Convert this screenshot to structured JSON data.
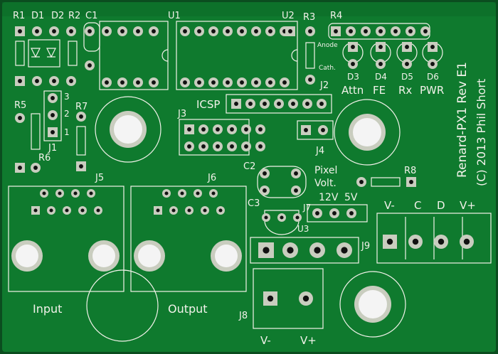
{
  "colors": {
    "board": "#0f7a2e",
    "board_dark": "#0b5e23",
    "silk": "#f2f2ea",
    "copper": "#c9cdbf",
    "hole": "#111111"
  },
  "labels": {
    "r1": "R1",
    "d1": "D1",
    "d2": "D2",
    "r2": "R2",
    "c1": "C1",
    "u1": "U1",
    "u2": "U2",
    "r3": "R3",
    "r4": "R4",
    "anode": "Anode",
    "cath": "Cath.",
    "d3": "D3",
    "d4": "D4",
    "d5": "D5",
    "d6": "D6",
    "attn": "Attn",
    "fe": "FE",
    "rx": "Rx",
    "pwr": "PWR",
    "j1": "J1",
    "j2": "J2",
    "j3": "J3",
    "j4": "J4",
    "j5": "J5",
    "j6": "J6",
    "j7": "J7",
    "j8": "J8",
    "j9": "J9",
    "r5": "R5",
    "r6": "R6",
    "r7": "R7",
    "r8": "R8",
    "c2": "C2",
    "c3": "C3",
    "u3": "U3",
    "icsp": "ICSP",
    "pin3": "3",
    "pin2": "2",
    "pin1": "1",
    "pixel": "Pixel",
    "volt": "Volt.",
    "v12": "12V",
    "v5": "5V",
    "vminus": "V-",
    "c": "C",
    "d": "D",
    "vplus": "V+",
    "j8_vminus": "V-",
    "j8_vplus": "V+",
    "input": "Input",
    "output": "Output",
    "title": "Renard-PX1 Rev E1",
    "copyright": "(C) 2013 Phil Short"
  }
}
